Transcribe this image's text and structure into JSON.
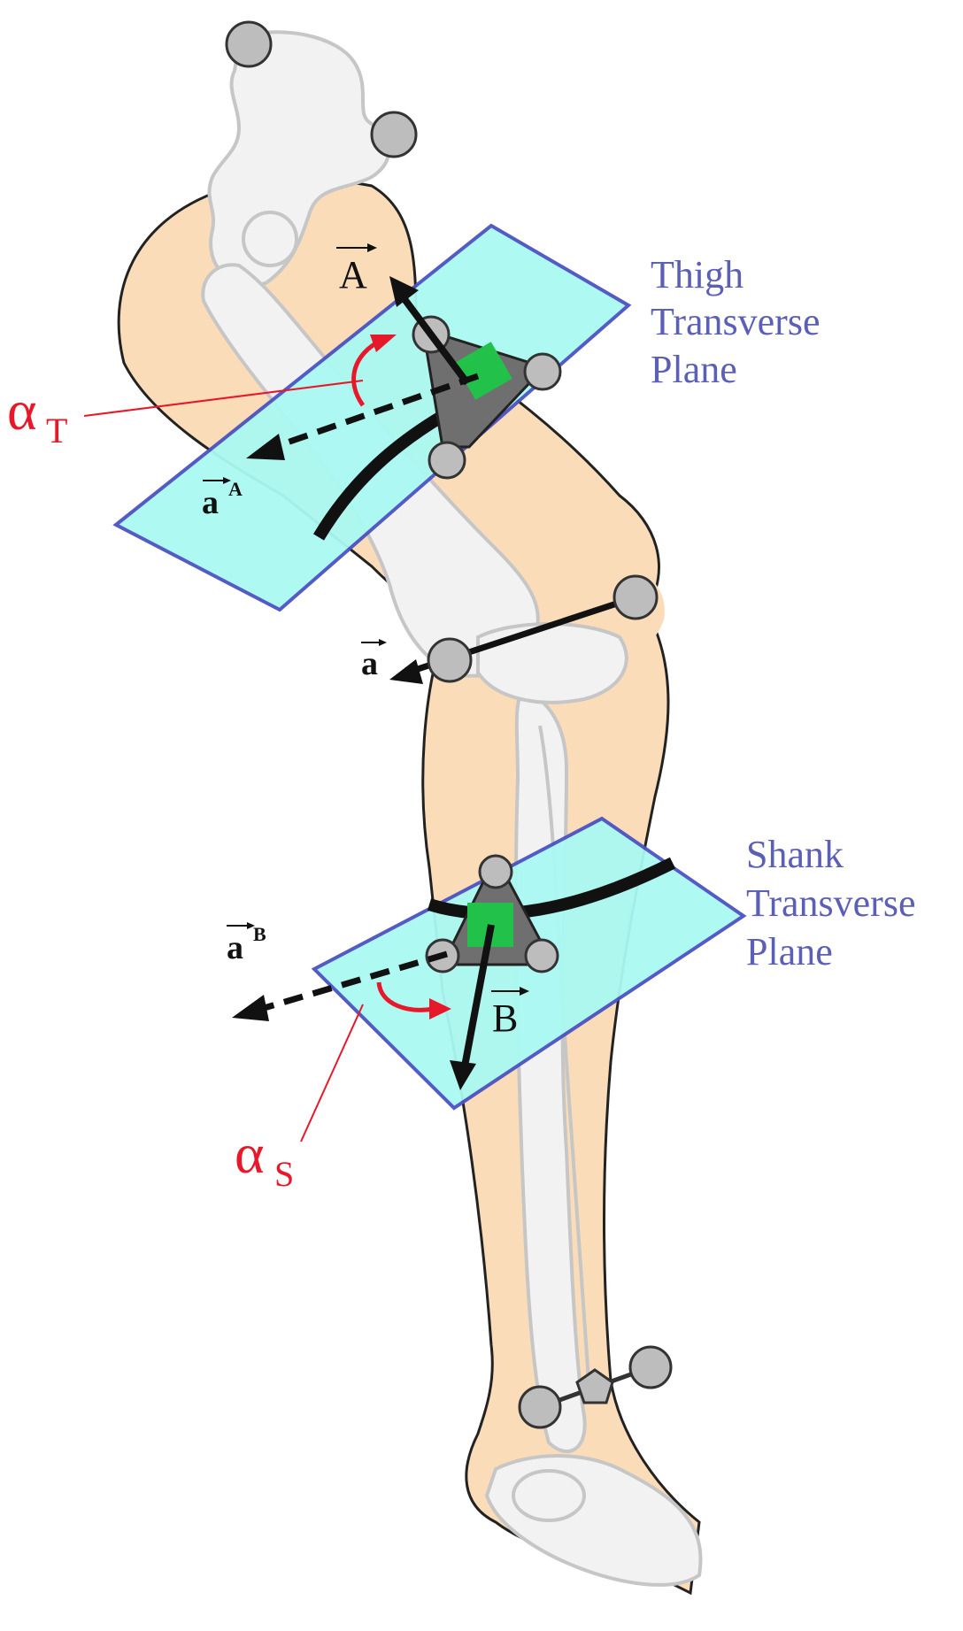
{
  "labels": {
    "thigh_plane": [
      "Thigh",
      "Transverse",
      "Plane"
    ],
    "shank_plane": [
      "Shank",
      "Transverse",
      "Plane"
    ],
    "vector_A": "A",
    "vector_B": "B",
    "vector_a": "a",
    "vector_aA": "a",
    "vector_aA_sup": "A",
    "vector_aB": "a",
    "vector_aB_sup": "B",
    "alpha_T": "α",
    "alpha_T_sub": "T",
    "alpha_S": "α",
    "alpha_S_sub": "S"
  },
  "colors": {
    "skin": "#fbdcb8",
    "bone": "#f2f2f2",
    "bone_outline": "#c6c6c6",
    "plane_fill": "#aaf9f2",
    "plane_edge": "#4b53c2",
    "marker": "#bdbdbd",
    "cluster": "#6f6f6f",
    "green": "#22c24a",
    "red": "#e8182b",
    "text_blue": "#5b5fb5"
  },
  "icons": {
    "markers": "reflective-marker-circle",
    "ankle_marker": "pentagon-marker"
  }
}
